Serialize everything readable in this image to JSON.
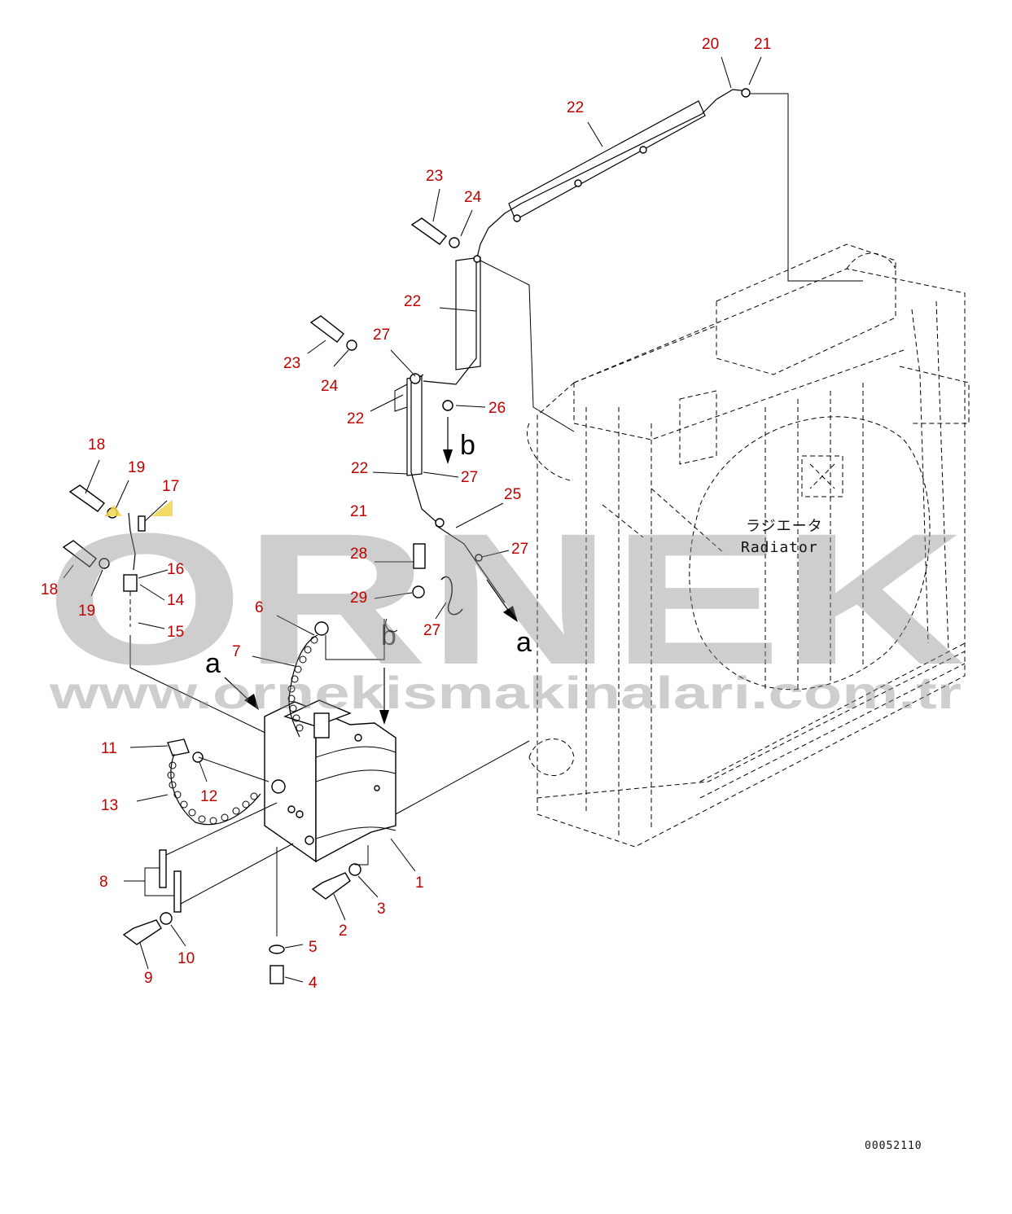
{
  "watermark": {
    "brand": "ORNEK",
    "url": "www.ornekismakinalari.com.tr"
  },
  "diagram_code": "00052110",
  "radiator_label": {
    "jp": "ラジエータ",
    "en": "Radiator"
  },
  "view_letters": [
    "a",
    "b",
    "a",
    "b"
  ],
  "callouts": [
    "20",
    "21",
    "22",
    "23",
    "24",
    "22",
    "23",
    "24",
    "27",
    "22",
    "26",
    "22",
    "27",
    "25",
    "21",
    "27",
    "28",
    "29",
    "27",
    "18",
    "19",
    "17",
    "18",
    "19",
    "16",
    "14",
    "15",
    "6",
    "7",
    "11",
    "12",
    "13",
    "8",
    "1",
    "3",
    "2",
    "10",
    "9",
    "5",
    "4"
  ],
  "colors": {
    "callout": "#c00000",
    "line": "#000000",
    "watermark": "#8c8c8c",
    "highlight": "#f2d34c"
  }
}
